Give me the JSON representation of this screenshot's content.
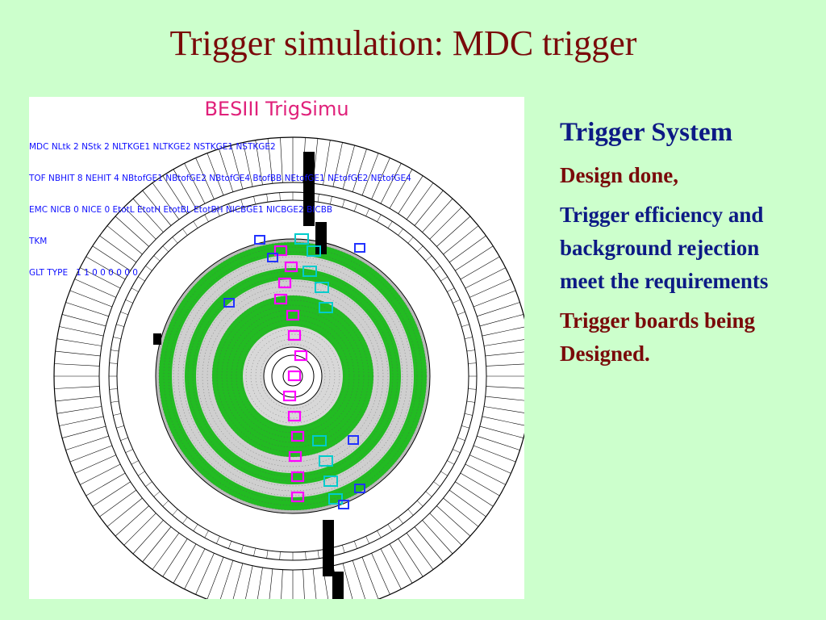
{
  "slide": {
    "title": "Trigger simulation: MDC trigger"
  },
  "figure": {
    "title": "BESIII TrigSimu",
    "info_lines": [
      "MDC NLtk 2 NStk 2 NLTKGE1 NLTKGE2 NSTKGE1 NSTKGE2",
      "TOF NBHIT 8 NEHIT 4 NBtofGE1 NBtofGE2 NBtofGE4 BtofBB NEtofGE1 NEtofGE2 NEtofGE4",
      "EMC NICB 0 NICE 0 EtotL EtotH EtotBL EtotBH NICBGE1 NICBGE2 BICBB",
      "TKM",
      "GLT TYPE   1 1 0 0 0 0 0 0"
    ],
    "colors": {
      "title": "#e0207a",
      "info": "#1010ff",
      "mdc_green": "#22bb22",
      "track_magenta": "#ff00ff",
      "track_cyan": "#00cccc",
      "tof_blue": "#2233ff"
    }
  },
  "panel": {
    "heading": "Trigger System",
    "items": [
      {
        "text": "Design done,",
        "color": "dark-red"
      },
      {
        "text": "Trigger efficiency and background rejection meet the requirements",
        "color": "navy"
      },
      {
        "text": "Trigger boards being Designed.",
        "color": "dark-red"
      }
    ]
  }
}
